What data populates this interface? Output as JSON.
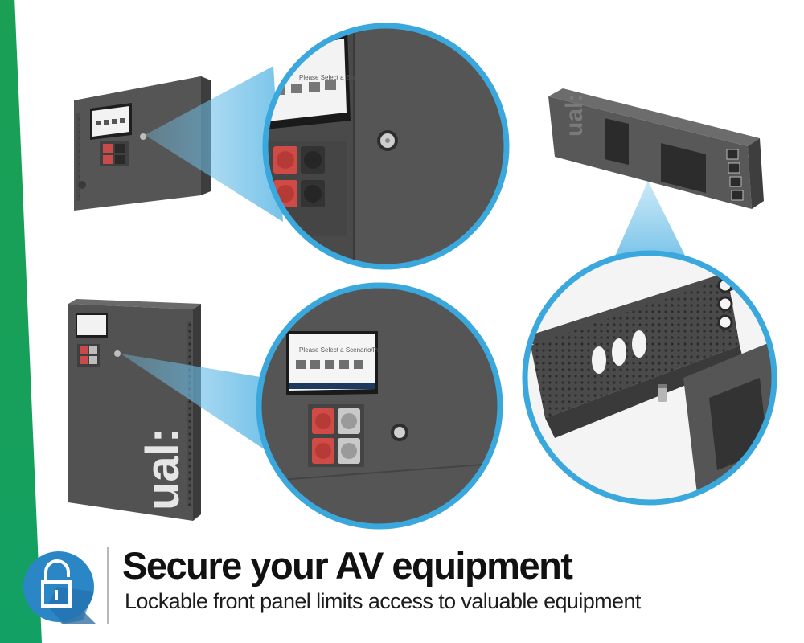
{
  "branding": {
    "accent_green": "#1a9f55",
    "callout_blue": "#3aa8dc",
    "panel_gray": "#4f4f4f",
    "logo_text": "ual:"
  },
  "screen": {
    "title": "Please Select a Scenario/Preset"
  },
  "footer": {
    "headline": "Secure your AV equipment",
    "subline": "Lockable front panel limits access to valuable equipment",
    "icon": "padlock-icon"
  }
}
